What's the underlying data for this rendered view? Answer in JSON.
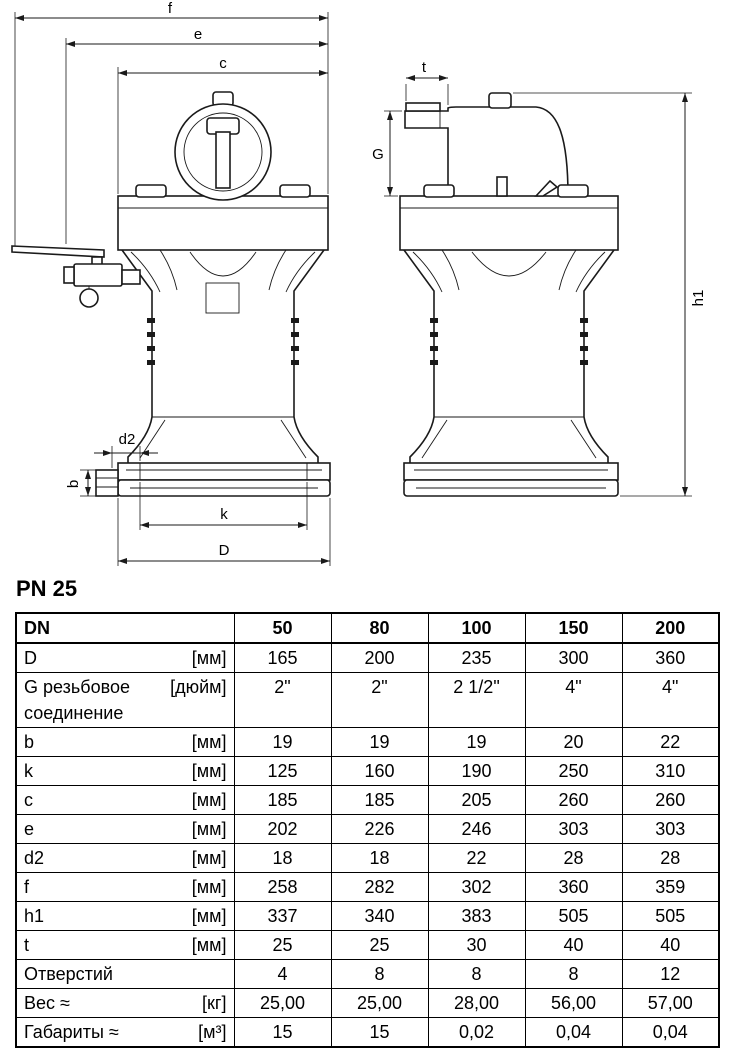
{
  "page": {
    "heading": "PN 25"
  },
  "drawing": {
    "dim_labels": {
      "f": "f",
      "e": "e",
      "c": "c",
      "t": "t",
      "G": "G",
      "h1": "h1",
      "d2": "d2",
      "b": "b",
      "k": "k",
      "D": "D"
    }
  },
  "table": {
    "header": {
      "name": "DN",
      "cols": [
        "50",
        "80",
        "100",
        "150",
        "200"
      ]
    },
    "rows": [
      {
        "name": "D",
        "unit": "[мм]",
        "values": [
          "165",
          "200",
          "235",
          "300",
          "360"
        ]
      },
      {
        "name": "G резьбовое соединение",
        "unit": "[дюйм]",
        "values": [
          "2\"",
          "2\"",
          "2 1/2\"",
          "4\"",
          "4\""
        ]
      },
      {
        "name": "b",
        "unit": "[мм]",
        "values": [
          "19",
          "19",
          "19",
          "20",
          "22"
        ]
      },
      {
        "name": "k",
        "unit": "[мм]",
        "values": [
          "125",
          "160",
          "190",
          "250",
          "310"
        ]
      },
      {
        "name": "c",
        "unit": "[мм]",
        "values": [
          "185",
          "185",
          "205",
          "260",
          "260"
        ]
      },
      {
        "name": "e",
        "unit": "[мм]",
        "values": [
          "202",
          "226",
          "246",
          "303",
          "303"
        ]
      },
      {
        "name": "d2",
        "unit": "[мм]",
        "values": [
          "18",
          "18",
          "22",
          "28",
          "28"
        ]
      },
      {
        "name": "f",
        "unit": "[мм]",
        "values": [
          "258",
          "282",
          "302",
          "360",
          "359"
        ]
      },
      {
        "name": "h1",
        "unit": "[мм]",
        "values": [
          "337",
          "340",
          "383",
          "505",
          "505"
        ]
      },
      {
        "name": "t",
        "unit": "[мм]",
        "values": [
          "25",
          "25",
          "30",
          "40",
          "40"
        ]
      },
      {
        "name": "Отверстий",
        "unit": "",
        "values": [
          "4",
          "8",
          "8",
          "8",
          "12"
        ]
      },
      {
        "name": "Вес ≈",
        "unit": "[кг]",
        "values": [
          "25,00",
          "25,00",
          "28,00",
          "56,00",
          "57,00"
        ]
      },
      {
        "name": "Габариты ≈",
        "unit": "[м³]",
        "values": [
          "15",
          "15",
          "0,02",
          "0,04",
          "0,04"
        ]
      }
    ]
  }
}
